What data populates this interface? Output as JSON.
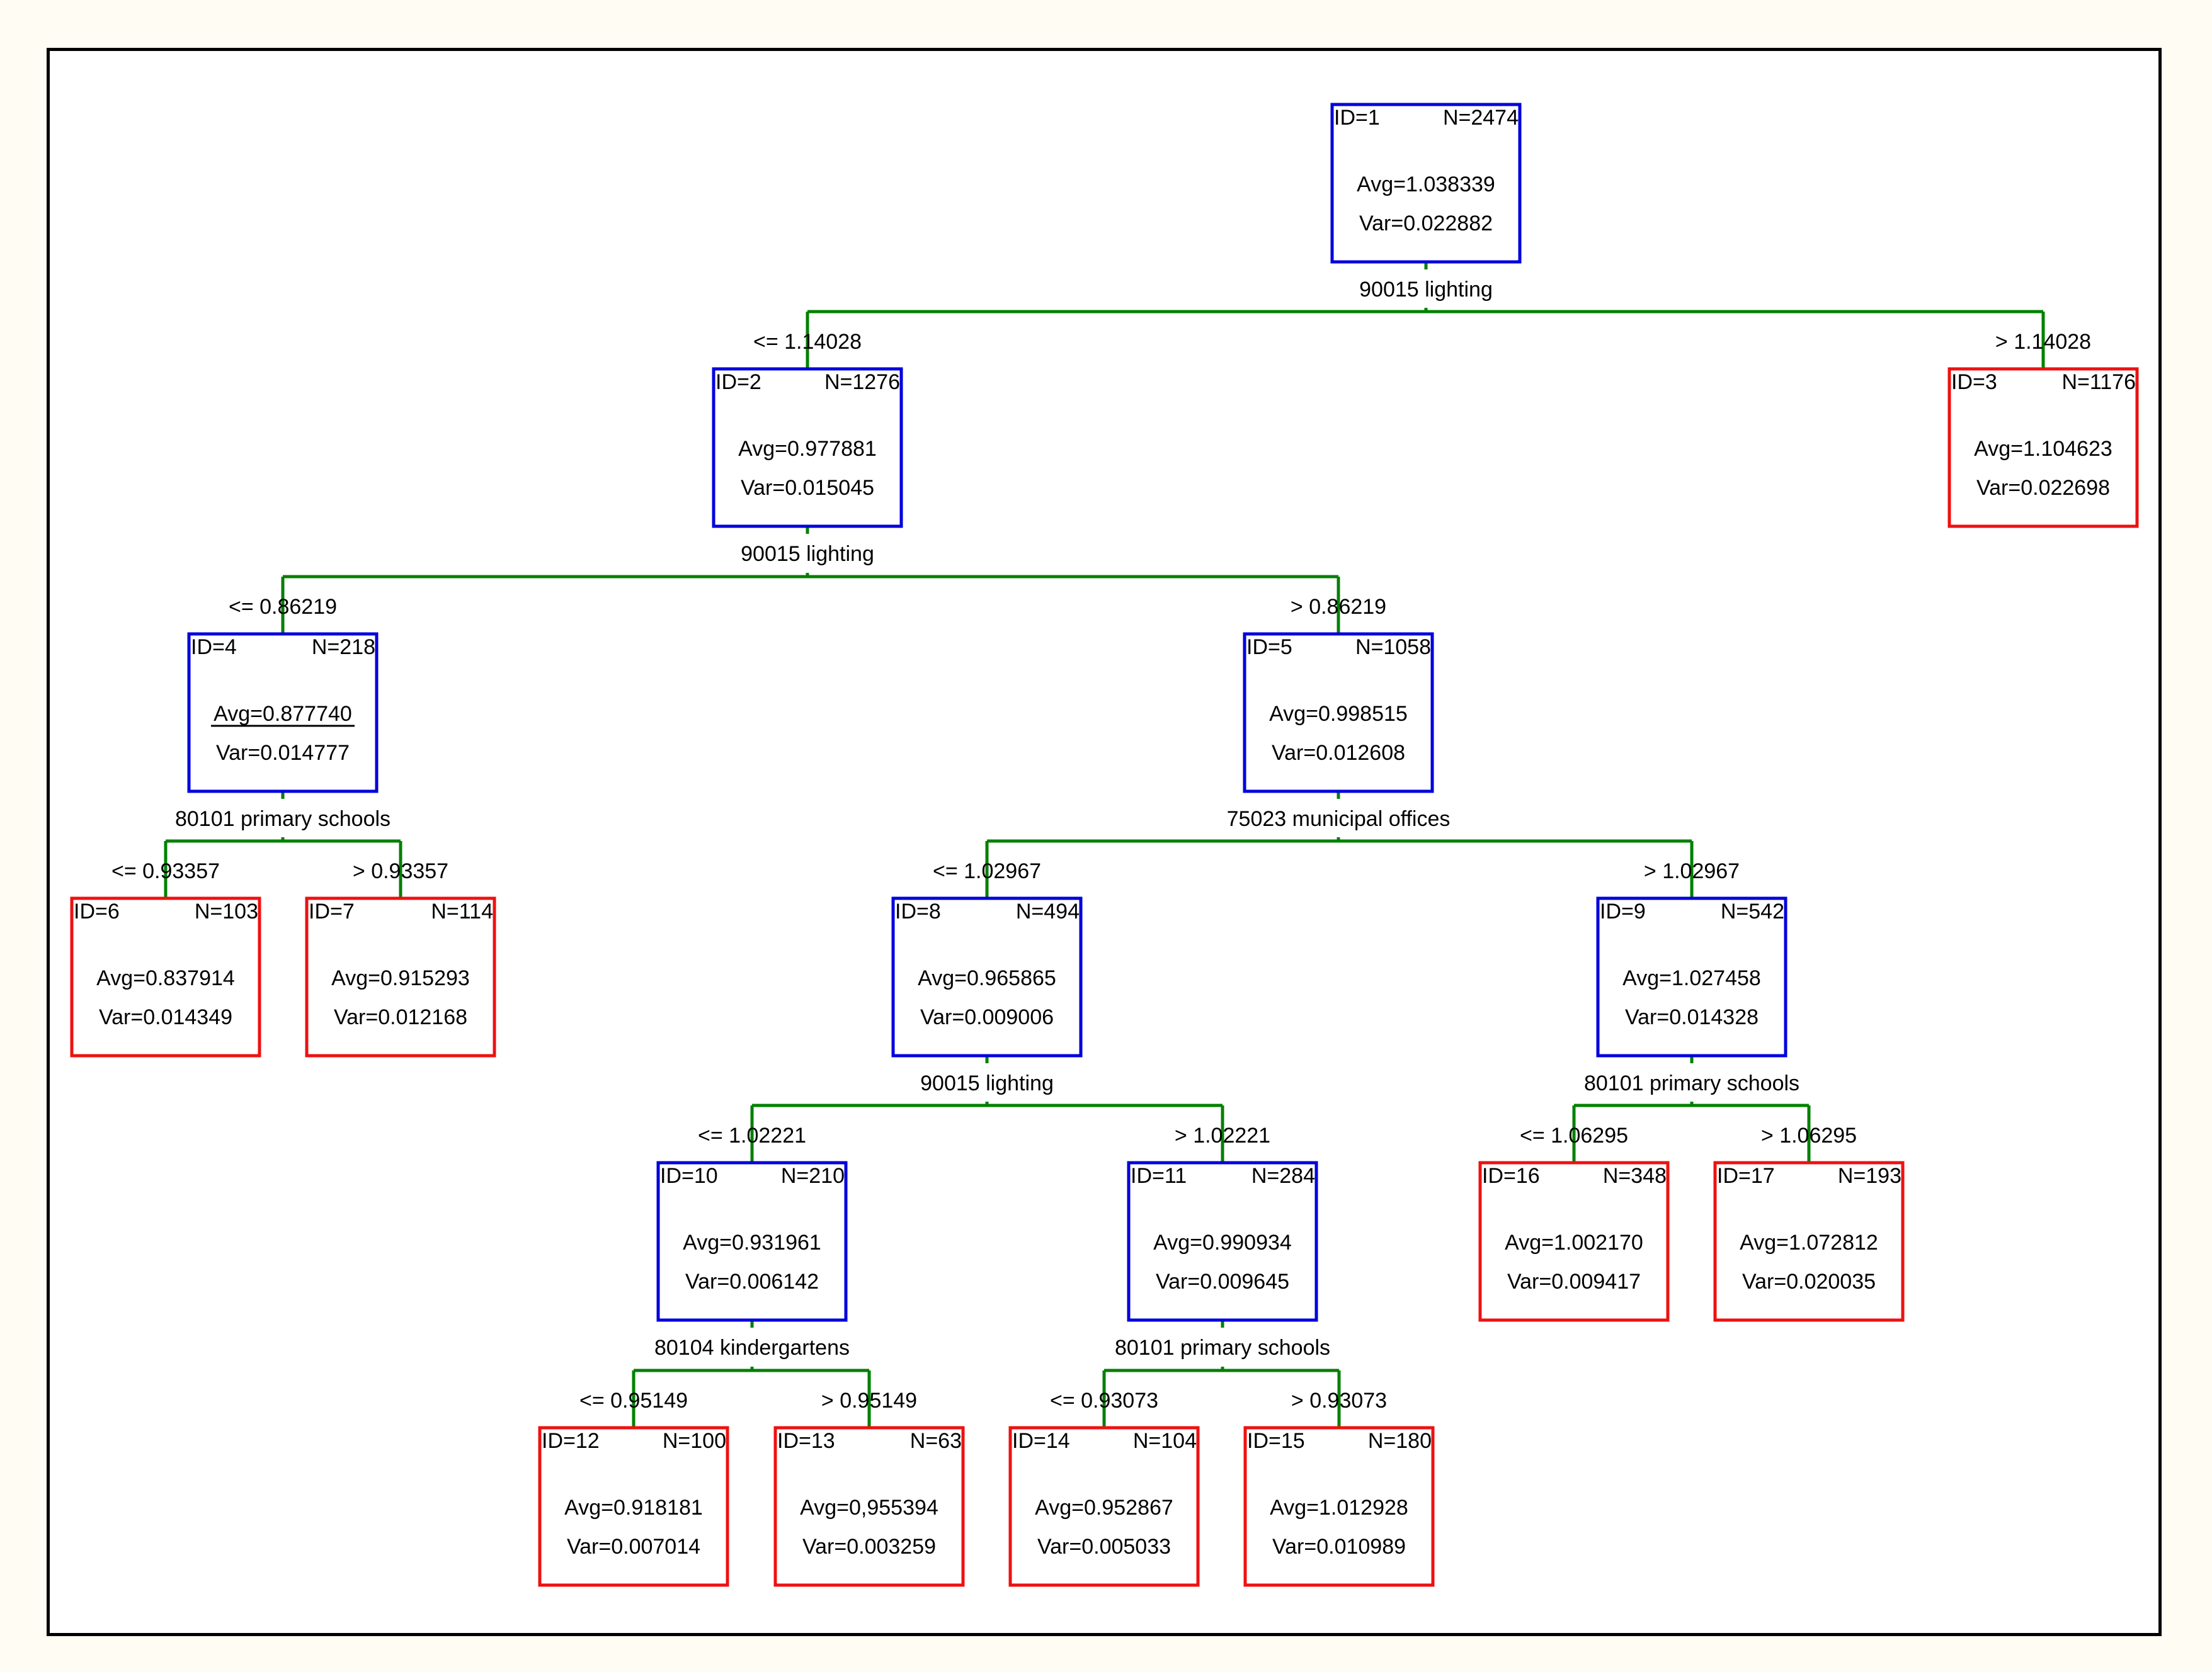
{
  "colors": {
    "internal_border": "#0000dd",
    "terminal_border": "#ee1111",
    "connector": "#008000",
    "text": "#000000"
  },
  "tree": {
    "nodes": [
      {
        "id": "1",
        "id_label": "ID=1",
        "n_label": "N=2474",
        "avg": "Avg=1.038339",
        "var": "Var=0.022882",
        "terminal": false,
        "split": "90015 lighting"
      },
      {
        "id": "2",
        "id_label": "ID=2",
        "n_label": "N=1276",
        "avg": "Avg=0.977881",
        "var": "Var=0.015045",
        "terminal": false,
        "split": "90015 lighting",
        "condition": "<= 1.14028"
      },
      {
        "id": "3",
        "id_label": "ID=3",
        "n_label": "N=1176",
        "avg": "Avg=1.104623",
        "var": "Var=0.022698",
        "terminal": true,
        "condition": "> 1.14028"
      },
      {
        "id": "4",
        "id_label": "ID=4",
        "n_label": "N=218",
        "avg": "Avg=0.877740",
        "var": "Var=0.014777",
        "terminal": false,
        "split": "80101 primary schools",
        "condition": "<= 0.86219"
      },
      {
        "id": "5",
        "id_label": "ID=5",
        "n_label": "N=1058",
        "avg": "Avg=0.998515",
        "var": "Var=0.012608",
        "terminal": false,
        "split": "75023 municipal offices",
        "condition": "> 0.86219"
      },
      {
        "id": "6",
        "id_label": "ID=6",
        "n_label": "N=103",
        "avg": "Avg=0.837914",
        "var": "Var=0.014349",
        "terminal": true,
        "condition": "<= 0.93357"
      },
      {
        "id": "7",
        "id_label": "ID=7",
        "n_label": "N=114",
        "avg": "Avg=0.915293",
        "var": "Var=0.012168",
        "terminal": true,
        "condition": "> 0.93357"
      },
      {
        "id": "8",
        "id_label": "ID=8",
        "n_label": "N=494",
        "avg": "Avg=0.965865",
        "var": "Var=0.009006",
        "terminal": false,
        "split": "90015 lighting",
        "condition": "<= 1.02967"
      },
      {
        "id": "9",
        "id_label": "ID=9",
        "n_label": "N=542",
        "avg": "Avg=1.027458",
        "var": "Var=0.014328",
        "terminal": false,
        "split": "80101 primary schools",
        "condition": "> 1.02967"
      },
      {
        "id": "10",
        "id_label": "ID=10",
        "n_label": "N=210",
        "avg": "Avg=0.931961",
        "var": "Var=0.006142",
        "terminal": false,
        "split": "80104 kindergartens",
        "condition": "<= 1.02221"
      },
      {
        "id": "11",
        "id_label": "ID=11",
        "n_label": "N=284",
        "avg": "Avg=0.990934",
        "var": "Var=0.009645",
        "terminal": false,
        "split": "80101 primary schools",
        "condition": "> 1.02221"
      },
      {
        "id": "12",
        "id_label": "ID=12",
        "n_label": "N=100",
        "avg": "Avg=0.918181",
        "var": "Var=0.007014",
        "terminal": true,
        "condition": "<= 0.95149"
      },
      {
        "id": "13",
        "id_label": "ID=13",
        "n_label": "N=63",
        "avg": "Avg=0,955394",
        "var": "Var=0.003259",
        "terminal": true,
        "condition": "> 0.95149"
      },
      {
        "id": "14",
        "id_label": "ID=14",
        "n_label": "N=104",
        "avg": "Avg=0.952867",
        "var": "Var=0.005033",
        "terminal": true,
        "condition": "<= 0.93073"
      },
      {
        "id": "15",
        "id_label": "ID=15",
        "n_label": "N=180",
        "avg": "Avg=1.012928",
        "var": "Var=0.010989",
        "terminal": true,
        "condition": "> 0.93073"
      },
      {
        "id": "16",
        "id_label": "ID=16",
        "n_label": "N=348",
        "avg": "Avg=1.002170",
        "var": "Var=0.009417",
        "terminal": true,
        "condition": "<= 1.06295"
      },
      {
        "id": "17",
        "id_label": "ID=17",
        "n_label": "N=193",
        "avg": "Avg=1.072812",
        "var": "Var=0.020035",
        "terminal": true,
        "condition": "> 1.06295"
      }
    ],
    "edges": [
      {
        "parent": "1",
        "left": "2",
        "right": "3"
      },
      {
        "parent": "2",
        "left": "4",
        "right": "5"
      },
      {
        "parent": "4",
        "left": "6",
        "right": "7"
      },
      {
        "parent": "5",
        "left": "8",
        "right": "9"
      },
      {
        "parent": "8",
        "left": "10",
        "right": "11"
      },
      {
        "parent": "9",
        "left": "16",
        "right": "17"
      },
      {
        "parent": "10",
        "left": "12",
        "right": "13"
      },
      {
        "parent": "11",
        "left": "14",
        "right": "15"
      }
    ]
  }
}
